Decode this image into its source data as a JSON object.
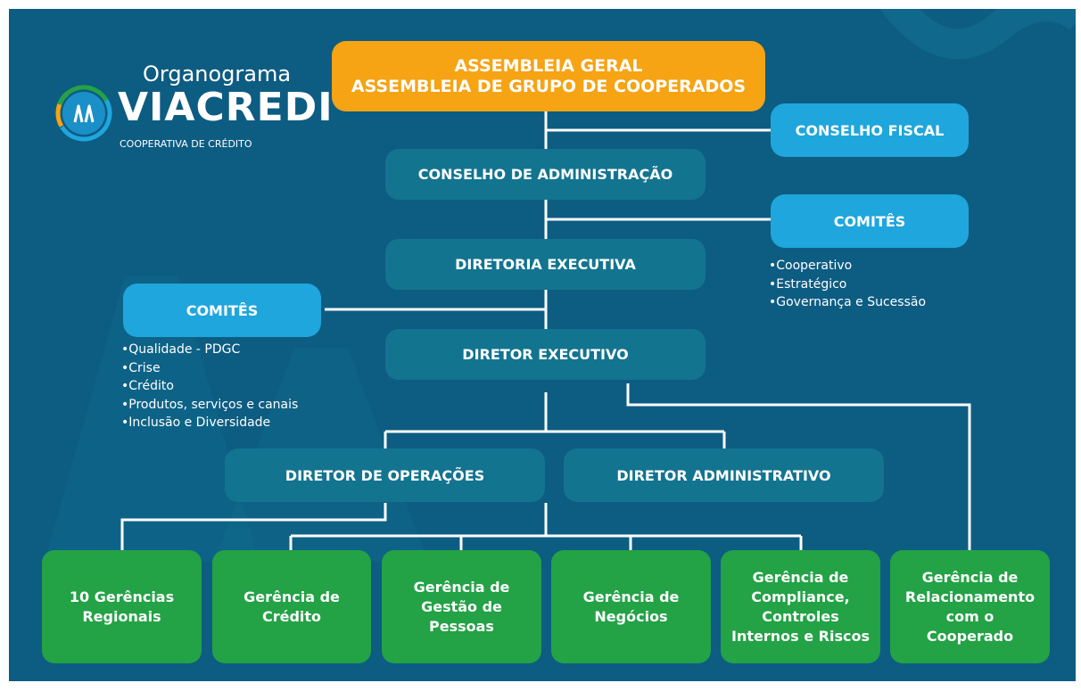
{
  "logo": {
    "title": "Organograma",
    "name": "VIACREDI",
    "subtitle": "COOPERATIVA DE CRÉDITO"
  },
  "boxes": {
    "assembleia": {
      "line1": "ASSEMBLEIA GERAL",
      "line2": "ASSEMBLEIA DE GRUPO DE COOPERADOS"
    },
    "conselho_fiscal": "CONSELHO FISCAL",
    "conselho_admin": "CONSELHO DE ADMINISTRAÇÃO",
    "comites_right": "COMITÊS",
    "diretoria_exec": "DIRETORIA EXECUTIVA",
    "comites_left": "COMITÊS",
    "diretor_exec": "DIRETOR EXECUTIVO",
    "diretor_oper": "DIRETOR DE OPERAÇÕES",
    "diretor_admin": "DIRETOR ADMINISTRATIVO"
  },
  "comites_right_items": [
    "Cooperativo",
    "Estratégico",
    "Governança e Sucessão"
  ],
  "comites_left_items": [
    "Qualidade - PDGC",
    "Crise",
    "Crédito",
    "Produtos, serviços e canais",
    "Inclusão e Diversidade"
  ],
  "gerencias": [
    "10 Gerências\nRegionais",
    "Gerência de\nCrédito",
    "Gerência de\nGestão de\nPessoas",
    "Gerência de\nNegócios",
    "Gerência de\nCompliance,\nControles\nInternos e Riscos",
    "Gerência de\nRelacionamento\ncom o\nCooperado"
  ],
  "colors": {
    "background": "#0d5c82",
    "orange": "#f6a314",
    "teal": "#137490",
    "light_blue": "#1fa6dc",
    "green": "#23a246",
    "lines": "#ffffff"
  }
}
